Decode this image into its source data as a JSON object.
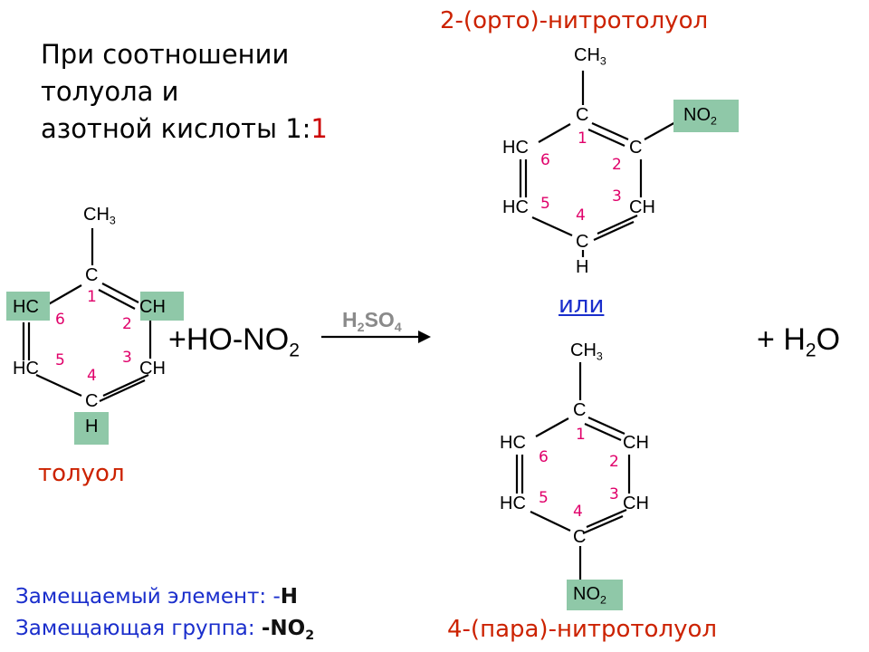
{
  "title": {
    "line1": "При соотношении",
    "line2": "толуола и",
    "line3_prefix": "азотной кислоты 1:",
    "line3_red": "1"
  },
  "reactant": {
    "name": "толуол",
    "ch3": "CH",
    "ch3_sub": "3",
    "c_top": "C",
    "hc_left_top": "HC",
    "ch_right_top": "CH",
    "hc_left_bottom": "HC",
    "ch_right_bottom": "CH",
    "c_bottom": "C",
    "h_bottom": "H",
    "numbers": [
      "1",
      "2",
      "3",
      "4",
      "5",
      "6"
    ]
  },
  "reagent": {
    "plus": "+",
    "formula": "HO-NO",
    "formula_sub": "2"
  },
  "catalyst": {
    "main": "H",
    "sub1": "2",
    "mid": "SO",
    "sub2": "4"
  },
  "ortho": {
    "name": "2-(орто)-нитротолуол",
    "ch3": "CH",
    "ch3_sub": "3",
    "c_top": "C",
    "no2": "NO",
    "no2_sub": "2",
    "hc_left_top": "HC",
    "c_right_top": "C",
    "hc_left_bottom": "HC",
    "ch_right_bottom": "CH",
    "c_bottom": "C",
    "h_bottom": "H",
    "numbers": [
      "1",
      "2",
      "3",
      "4",
      "5",
      "6"
    ]
  },
  "or_label": "или",
  "para": {
    "name": "4-(пара)-нитротолуол",
    "ch3": "CH",
    "ch3_sub": "3",
    "c_top": "C",
    "hc_left_top": "HC",
    "ch_right_top": "CH",
    "hc_left_bottom": "HC",
    "ch_right_bottom": "CH",
    "c_bottom": "C",
    "no2": "NO",
    "no2_sub": "2",
    "numbers": [
      "1",
      "2",
      "3",
      "4",
      "5",
      "6"
    ]
  },
  "product_water": {
    "plus": "+",
    "h": "H",
    "sub": "2",
    "o": "O"
  },
  "footer": {
    "replaced_label": "Замещаемый элемент: -",
    "replaced_value": "H",
    "replacing_label": "Замещающая группа: ",
    "replacing_value": "-NO",
    "replacing_sub": "2"
  },
  "colors": {
    "highlight": "#8fc8a8",
    "caption_red": "#cc2200",
    "number_pink": "#e0006a",
    "footer_blue": "#1a2ecc",
    "catalyst_gray": "#8a8a8a"
  }
}
